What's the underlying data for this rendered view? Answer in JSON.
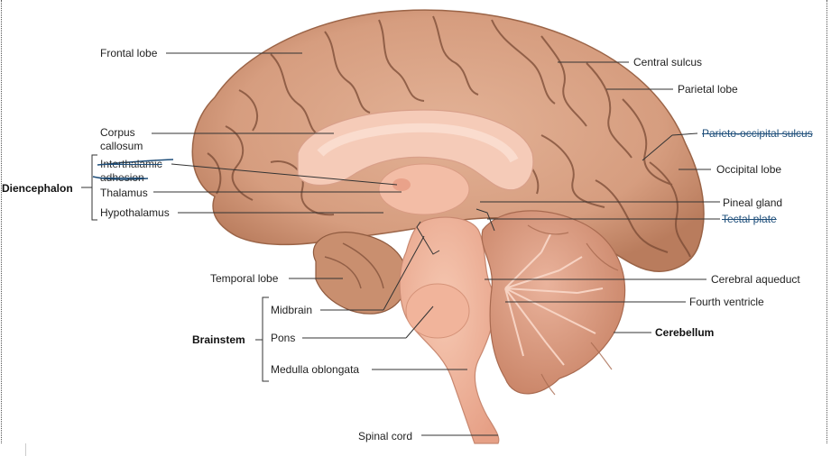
{
  "labels": {
    "frontal_lobe": "Frontal lobe",
    "corpus_callosum_1": "Corpus",
    "corpus_callosum_2": "callosum",
    "interthalamic_1": "Interthalamic",
    "interthalamic_2": "adhesion",
    "thalamus": "Thalamus",
    "hypothalamus": "Hypothalamus",
    "temporal_lobe": "Temporal lobe",
    "midbrain": "Midbrain",
    "pons": "Pons",
    "medulla": "Medulla oblongata",
    "spinal_cord": "Spinal cord",
    "central_sulcus": "Central sulcus",
    "parietal_lobe": "Parietal lobe",
    "parieto_occipital": "Parieto-occipital sulcus",
    "occipital_lobe": "Occipital lobe",
    "pineal_gland": "Pineal gland",
    "tectal_plate": "Tectal plate",
    "cerebral_aqueduct": "Cerebral aqueduct",
    "fourth_ventricle": "Fourth ventricle",
    "cerebellum": "Cerebellum"
  },
  "groups": {
    "diencephalon": "Diencephalon",
    "brainstem": "Brainstem"
  },
  "colors": {
    "cortex": "#d9a285",
    "cortex_dark": "#a8704f",
    "sulcus": "#7a4a34",
    "white_matter": "#f2c2aa",
    "corpus_callosum": "#f7d0c0",
    "brainstem": "#f1b59c",
    "cerebellum": "#e5a78f",
    "cerebellum_dark": "#b8735a",
    "annotation_ink": "#1e4e7a",
    "leader_line": "#333333"
  }
}
